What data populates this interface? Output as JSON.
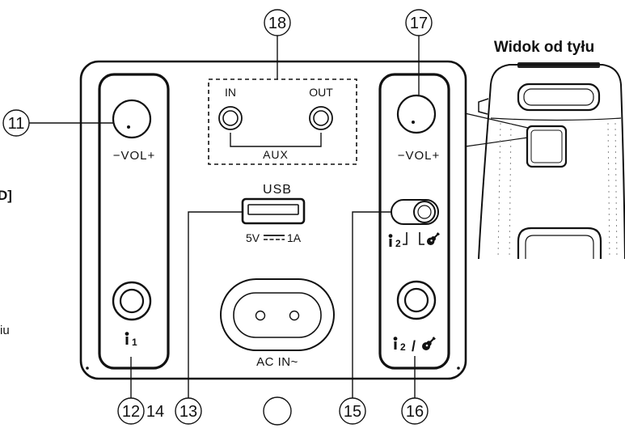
{
  "callouts": {
    "c11": "11",
    "c12": "12",
    "c13": "13",
    "c14": "14",
    "c15": "15",
    "c16": "16",
    "c17": "17",
    "c18": "18"
  },
  "panel": {
    "left_column": {
      "volume_label": "−VOL+",
      "mic_input_number": "1"
    },
    "aux": {
      "input_label": "IN",
      "output_label": "OUT",
      "group_label": "AUX"
    },
    "usb": {
      "label": "USB",
      "voltage": "5V",
      "current": "1A"
    },
    "power": {
      "label": "AC IN~"
    },
    "right_column": {
      "volume_label": "−VOL+",
      "switch_mic_number": "2",
      "jack_mic_number": "2",
      "jack_separator": "/"
    }
  },
  "rear_view": {
    "title": "Widok od tyłu"
  },
  "cropped_text": {
    "left_symbol": "D]",
    "left_fragment": "iu"
  },
  "icons": [
    "microphone-icon",
    "guitar-icon",
    "dc-current-icon"
  ],
  "colors": {
    "ink": "#111111",
    "background": "#ffffff"
  }
}
